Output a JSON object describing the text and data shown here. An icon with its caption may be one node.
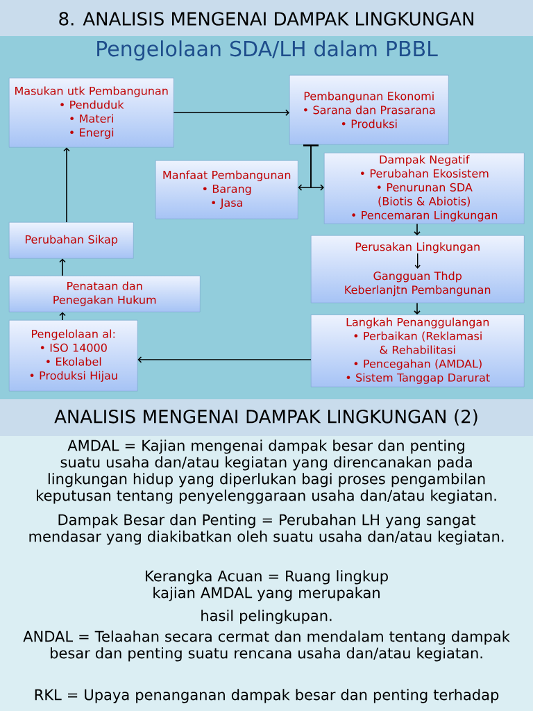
{
  "diagram": {
    "title": "8. ANALISIS MENGENAI DAMPAK LINGKUNGAN",
    "nodes": [
      {
        "text": [
          "Masukan utk Pembangunan",
          "• Penduduk",
          "• Materi",
          "• Energi"
        ]
      },
      {
        "text": [
          "Pembangunan Ekonomi",
          "• Sarana dan Prasarana",
          "• Produksi"
        ]
      },
      {
        "text": [
          "Manfaat Pembangunan",
          "• Barang",
          "• Jasa"
        ]
      },
      {
        "text": [
          "Dampak Negatif",
          "• Perubahan Ekosistem",
          "• Penurunan SDA (Biotis & Abiotis)",
          "• Pencemaran Lingkungan"
        ]
      },
      {
        "text": [
          "Perusakan Lingkungan",
          "Gangguan Thdp Keberlanjtn Pembangunan"
        ]
      },
      {
        "text": [
          "Langkah Penanggulangan",
          "• Perbaikan (Reklamasi & Rehabilitasi",
          "• Pencegahan (AMDAL)",
          "• Sistem Tanggap Darurat"
        ]
      },
      {
        "text": [
          "Pengelolaan al:",
          "• ISO 14000",
          "• Ekolabel",
          "• Produksi Hijau"
        ]
      },
      {
        "text": [
          "Penataan dan Penegakan Hukum"
        ]
      },
      {
        "text": [
          "Perubahan Sikap"
        ]
      }
    ],
    "edges": [
      {
        "from": 0,
        "to": 1,
        "arrow": "to"
      },
      {
        "from": 1,
        "to": 2,
        "arrow": "to"
      },
      {
        "from": 1,
        "to": 3,
        "arrow": "to"
      },
      {
        "from": 3,
        "to": 4,
        "arrow": "to"
      },
      {
        "from": 4,
        "to": 5,
        "arrow": "to"
      },
      {
        "from": 5,
        "to": 6,
        "arrow": "to"
      },
      {
        "from": 6,
        "to": 7,
        "arrow": "to"
      },
      {
        "from": 7,
        "to": 8,
        "arrow": "to"
      },
      {
        "from": 8,
        "to": 0,
        "arrow": "to"
      }
    ],
    "labels": [
      "Pengelolaan SDA/LH dalam PBBL",
      "ANALISIS MENGENAI DAMPAK LINGKUNGAN (2)",
      "AMDAL = Kajian mengenai dampak besar dan penting suatu usaha dan/atau kegiatan yang direncanakan pada lingkungan hidup yang diperlukan bagi proses pengambilan keputusan tentang penyelenggaraan usaha dan/atau kegiatan.",
      "Dampak Besar dan Penting = Perubahan LH yang sangat mendasar yang diakibatkan oleh suatu usaha dan/atau kegiatan.",
      "Kerangka Acuan = Ruang lingkup kajian AMDAL yang merupakan",
      "hasil pelingkupan.",
      "ANDAL = Telaahan secara cermat dan mendalam tentang dampak besar dan penting suatu rencana usaha dan/atau kegiatan.",
      "RKL = Upaya penanganan dampak besar dan penting terhadap"
    ]
  }
}
